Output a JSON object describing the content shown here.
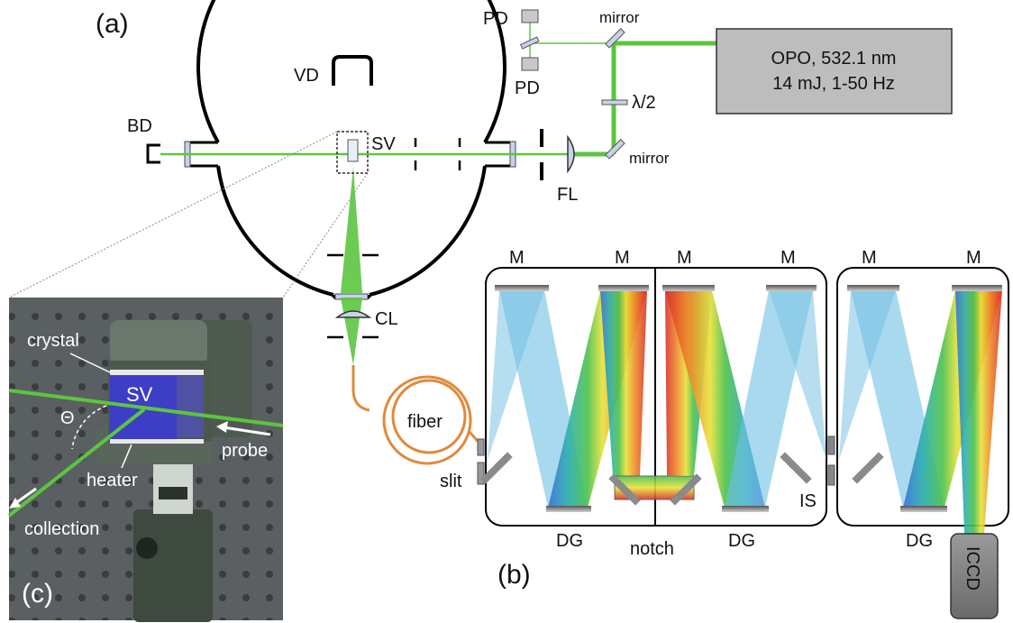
{
  "panel_labels": {
    "a": "(a)",
    "b": "(b)",
    "c": "(c)"
  },
  "source": {
    "line1": "OPO, 532.1 nm",
    "line2": "14 mJ, 1-50 Hz"
  },
  "chamber_labels": {
    "vd": "VD",
    "bd": "BD",
    "sv": "SV",
    "fl": "FL",
    "cl": "CL",
    "pd_top": "PD",
    "pd_bottom": "PD",
    "mirror_top": "mirror",
    "mirror_bottom": "mirror",
    "half_wave": "λ/2"
  },
  "spectrometer_labels": {
    "fiber": "fiber",
    "slit": "slit",
    "notch": "notch",
    "is": "IS",
    "dg1": "DG",
    "dg2": "DG",
    "dg3": "DG",
    "iccd": "ICCD",
    "m1": "M",
    "m2": "M",
    "m3": "M",
    "m4": "M",
    "m5": "M",
    "m6": "M"
  },
  "inset_labels": {
    "crystal": "crystal",
    "sv": "SV",
    "theta": "Θ",
    "heater": "heater",
    "probe": "probe",
    "collection": "collection"
  },
  "colors": {
    "beam": "#5cc540",
    "fiber": "#e08a3c",
    "source_box": "#bdbdbd",
    "inset_bg": "#585d5f",
    "crystal": "#3c3ccc"
  }
}
